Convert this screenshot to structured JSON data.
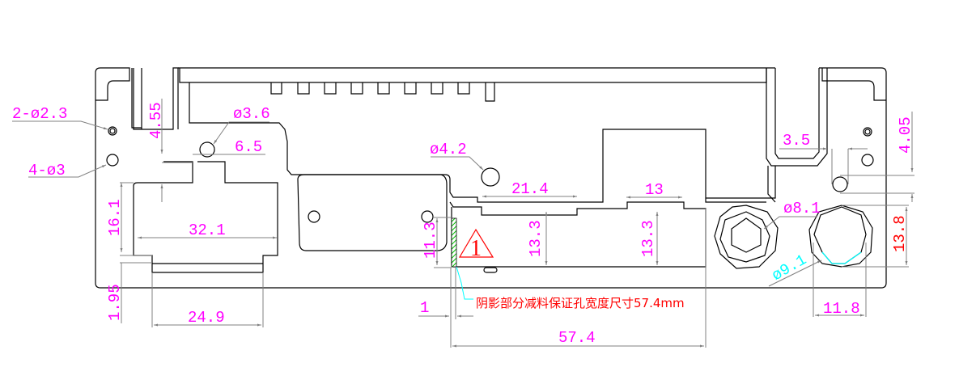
{
  "colors": {
    "dimension": "#ff00ff",
    "note": "#ff0000",
    "highlight": "#00ffff",
    "hatch": "#00c000",
    "outline": "#000000",
    "leader": "#808080"
  },
  "labels": {
    "hole_2_d23": "2-ø2.3",
    "hole_4_d3": "4-ø3",
    "dim_455": "4.55",
    "hole_d36": "ø3.6",
    "dim_65": "6.5",
    "dim_161": "16.1",
    "dim_321": "32.1",
    "dim_195": "1.95",
    "dim_249": "24.9",
    "hole_d42": "ø4.2",
    "dim_214": "21.4",
    "dim_13": "13",
    "dim_113": "11.3",
    "dim_133a": "13.3",
    "dim_133b": "13.3",
    "dim_1": "1",
    "note": "阴影部分减料保证孔宽度尺寸57.4mm",
    "dim_574": "57.4",
    "hole_d81": "ø8.1",
    "hole_d91": "ø9.1",
    "dim_35": "3.5",
    "dim_405": "4.05",
    "dim_138": "13.8",
    "dim_118": "11.8",
    "revision_mark": "1"
  }
}
